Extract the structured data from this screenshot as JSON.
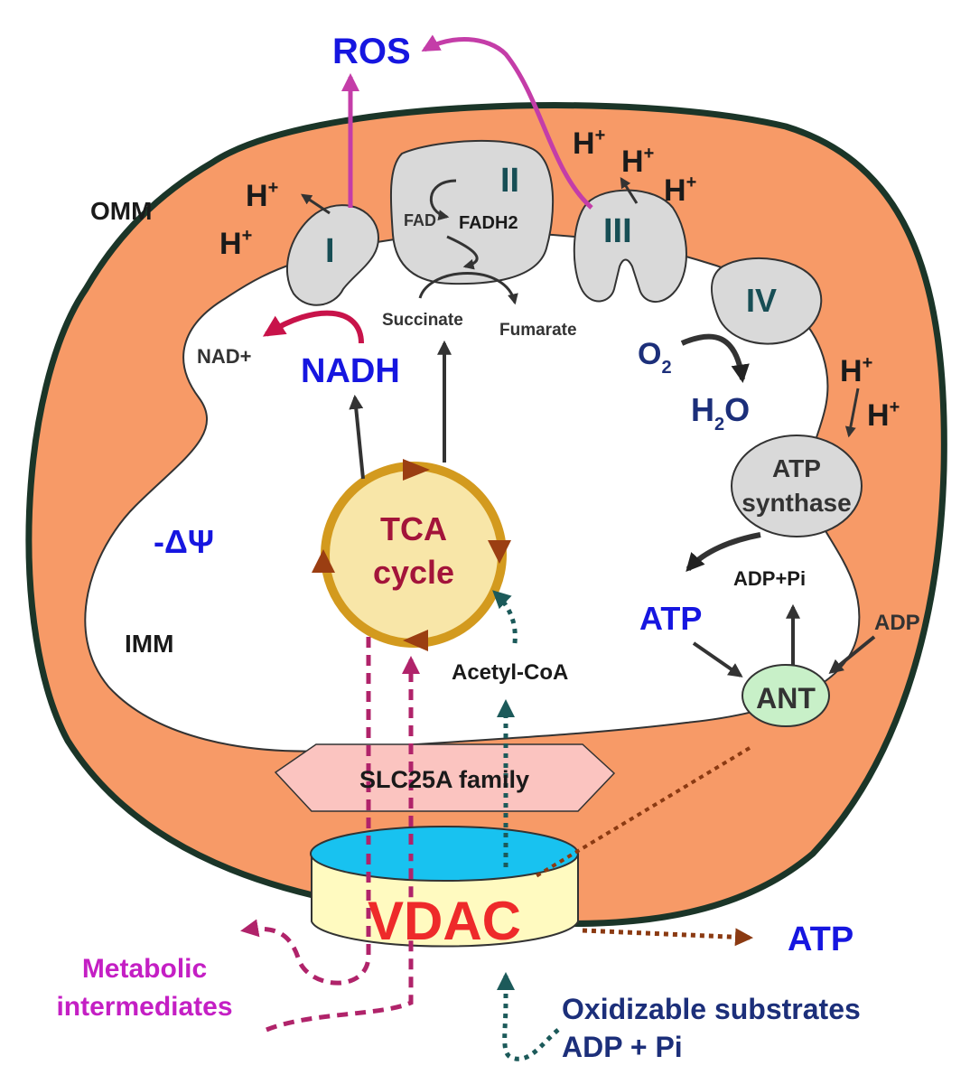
{
  "labels": {
    "omm": "OMM",
    "imm": "IMM",
    "delta_psi": "-ΔΨ",
    "ros": "ROS",
    "h_plus": "H",
    "plus_sup": "+",
    "complex_1": "I",
    "complex_2": "II",
    "complex_3": "III",
    "complex_4": "IV",
    "fad": "FAD",
    "fadh2": "FADH2",
    "succinate": "Succinate",
    "fumarate": "Fumarate",
    "nad_plus": "NAD+",
    "nadh": "NADH",
    "o2_main": "O",
    "o2_sub": "2",
    "h2o_h": "H",
    "h2o_sub": "2",
    "h2o_o": "O",
    "tca_line1": "TCA",
    "tca_line2": "cycle",
    "atp_synthase_line1": "ATP",
    "atp_synthase_line2": "synthase",
    "adp_pi_inner": "ADP+Pi",
    "atp_inner": "ATP",
    "adp": "ADP",
    "ant": "ANT",
    "acetyl_coa": "Acetyl-CoA",
    "slc25a": "SLC25A family",
    "vdac": "VDAC",
    "atp_out": "ATP",
    "metabolic_line1": "Metabolic",
    "metabolic_line2": "intermediates",
    "oxidizable_line1": "Oxidizable substrates",
    "oxidizable_line2": "ADP + Pi"
  },
  "colors": {
    "outer_membrane_fill": "#f79a67",
    "outer_membrane_stroke": "#1b3528",
    "matrix_fill": "#ffffff",
    "complex_fill": "#d9d9d9",
    "tca_fill": "#f8e6a8",
    "tca_ring": "#d39a1e",
    "tca_arrow": "#9b3e12",
    "ant_fill": "#c8f0c8",
    "slc_fill": "#fbc4c0",
    "vdac_body": "#fffac0",
    "vdac_top": "#18c2f0",
    "ros_arrow": "#c43da8",
    "nad_arrow": "#c8134a",
    "metabolite_dash": "#b0236a",
    "acetyl_dash": "#1c5a5a",
    "atp_dash": "#8b3a12"
  },
  "icons": [
    "complex-i-icon",
    "complex-ii-icon",
    "complex-iii-icon",
    "complex-iv-icon",
    "atp-synthase-icon",
    "ant-transporter-icon",
    "vdac-channel-icon",
    "slc25a-transporter-icon",
    "tca-cycle-icon"
  ]
}
